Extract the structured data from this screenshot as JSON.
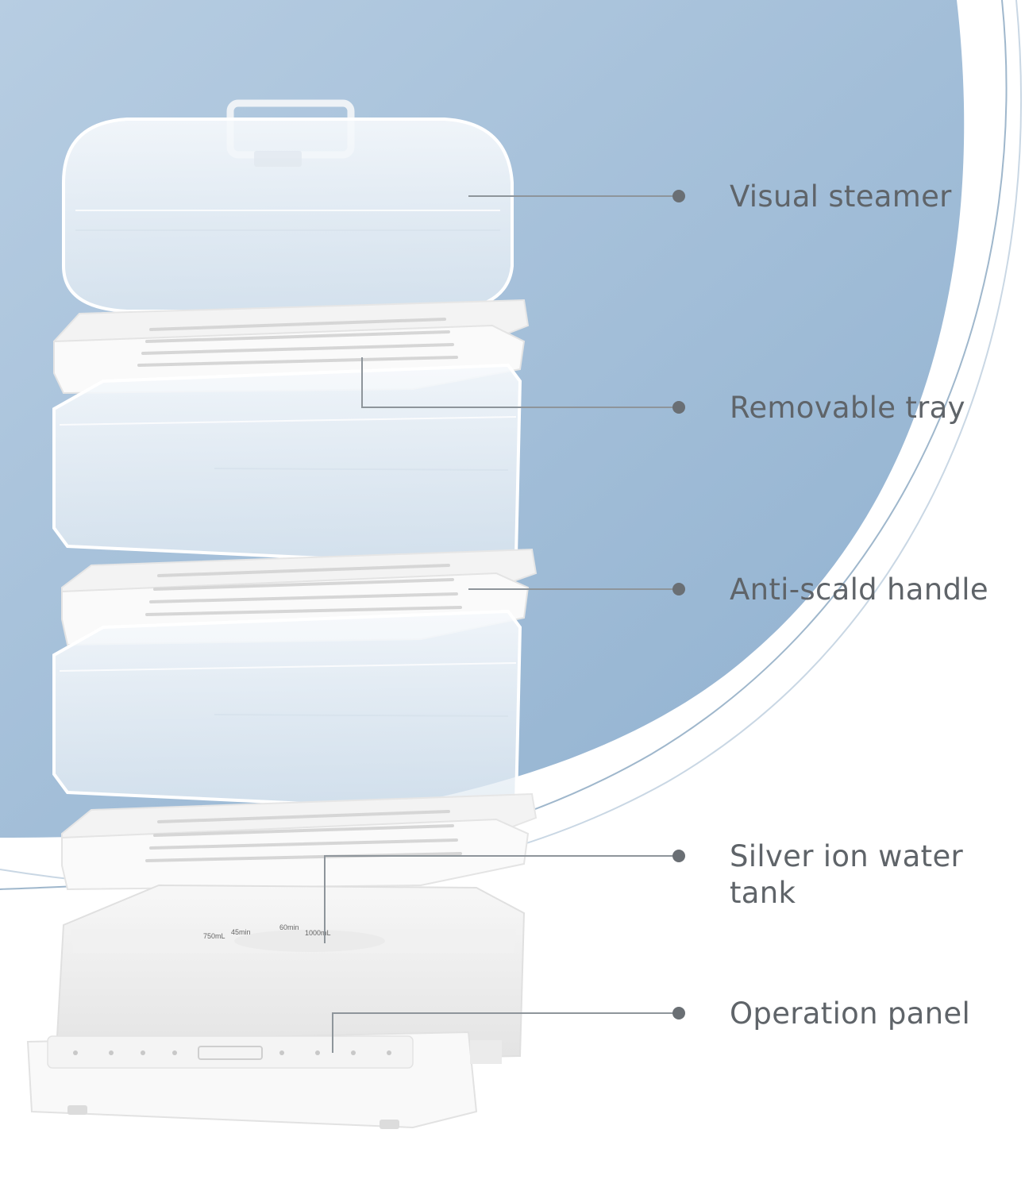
{
  "callouts": [
    {
      "id": "visual-steamer",
      "lines": [
        "Visual steamer"
      ]
    },
    {
      "id": "removable-tray",
      "lines": [
        "Removable tray"
      ]
    },
    {
      "id": "anti-scald-handle",
      "lines": [
        "Anti-scald handle"
      ]
    },
    {
      "id": "silver-ion-water-tank",
      "lines": [
        "Silver ion water",
        "tank"
      ]
    },
    {
      "id": "operation-panel",
      "lines": [
        "Operation panel"
      ]
    }
  ],
  "tank_markings": {
    "m750": "750mL",
    "m45": "45min",
    "m60": "60min",
    "m1000": "1000mL"
  },
  "colors": {
    "background_blue": "#a9c3dc",
    "label_text": "#5f6469",
    "leader_line": "#8e959b"
  }
}
